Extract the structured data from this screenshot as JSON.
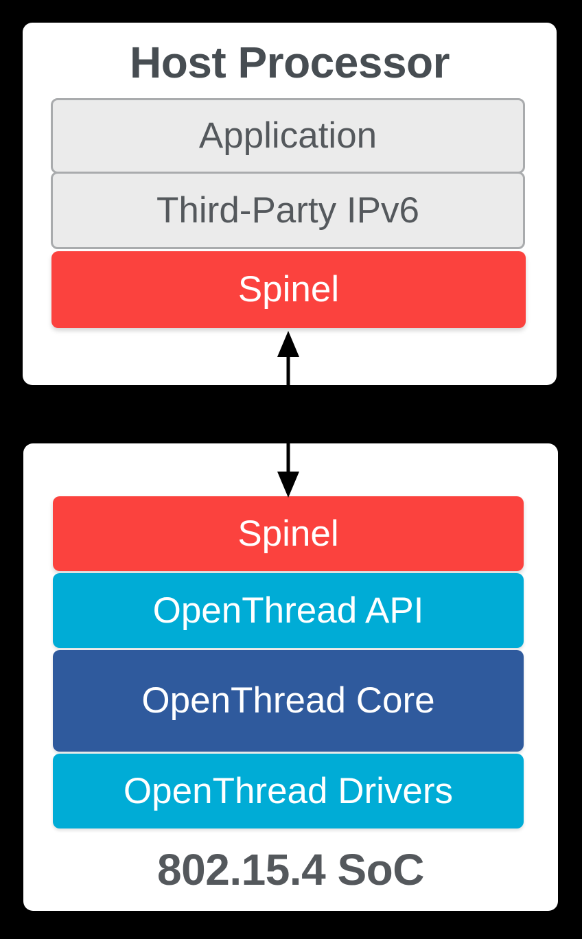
{
  "diagram": {
    "host": {
      "title": "Host Processor",
      "layers": [
        {
          "label": "Application",
          "color": "#EBEBEB",
          "border_color": "#A9ABAD",
          "text_color": "#54585C"
        },
        {
          "label": "Third-Party IPv6",
          "color": "#EBEBEB",
          "border_color": "#A9ABAD",
          "text_color": "#54585C"
        },
        {
          "label": "Spinel",
          "color": "#FB423E",
          "text_color": "#FFFFFF"
        }
      ]
    },
    "connector": {
      "type": "vertical-double-headed-arrow",
      "color": "#000000"
    },
    "soc": {
      "title": "802.15.4 SoC",
      "layers": [
        {
          "label": "Spinel",
          "color": "#FB423E",
          "text_color": "#FFFFFF"
        },
        {
          "label": "OpenThread API",
          "color": "#00ACD6",
          "text_color": "#FFFFFF"
        },
        {
          "label": "OpenThread Core",
          "color": "#2F5A9D",
          "text_color": "#FFFFFF"
        },
        {
          "label": "OpenThread Drivers",
          "color": "#00ACD6",
          "text_color": "#FFFFFF"
        }
      ]
    },
    "colors": {
      "background": "#000000",
      "card": "#FFFFFF",
      "host_title_text": "#474D52",
      "soc_title_text": "#54585C"
    }
  }
}
